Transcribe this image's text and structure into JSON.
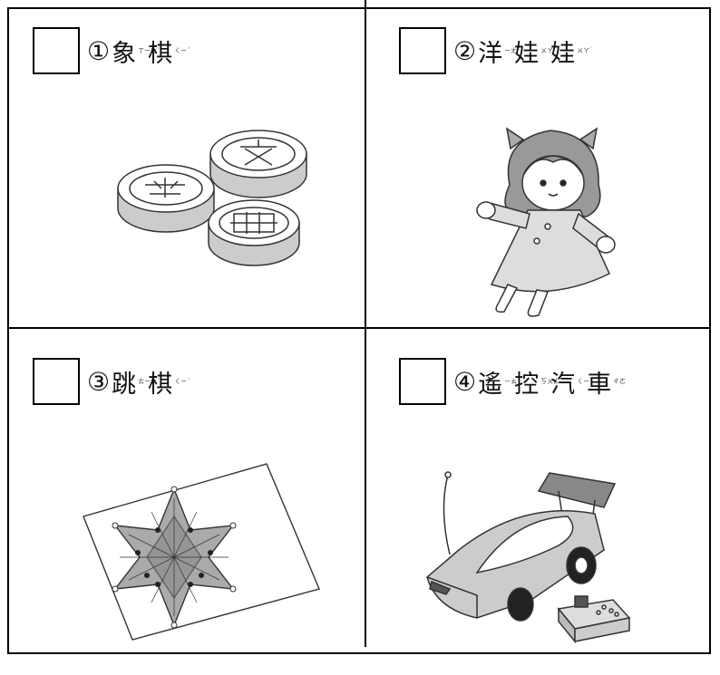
{
  "items": [
    {
      "number": "①",
      "chars": [
        {
          "char": "象",
          "zhuyin": "ㄒㄧㄤˋ"
        },
        {
          "char": "棋",
          "zhuyin": "ㄑㄧˊ"
        }
      ]
    },
    {
      "number": "②",
      "chars": [
        {
          "char": "洋",
          "zhuyin": "ㄧㄤˊ"
        },
        {
          "char": "娃",
          "zhuyin": "ㄨㄚˊ"
        },
        {
          "char": "娃",
          "zhuyin": "ㄨㄚ˙"
        }
      ]
    },
    {
      "number": "③",
      "chars": [
        {
          "char": "跳",
          "zhuyin": "ㄊㄧㄠˋ"
        },
        {
          "char": "棋",
          "zhuyin": "ㄑㄧˊ"
        }
      ]
    },
    {
      "number": "④",
      "chars": [
        {
          "char": "遙",
          "zhuyin": "ㄧㄠˊ"
        },
        {
          "char": "控",
          "zhuyin": "ㄎㄨㄥˋ"
        },
        {
          "char": "汽",
          "zhuyin": "ㄑㄧˋ"
        },
        {
          "char": "車",
          "zhuyin": "ㄔㄜ"
        }
      ]
    }
  ]
}
